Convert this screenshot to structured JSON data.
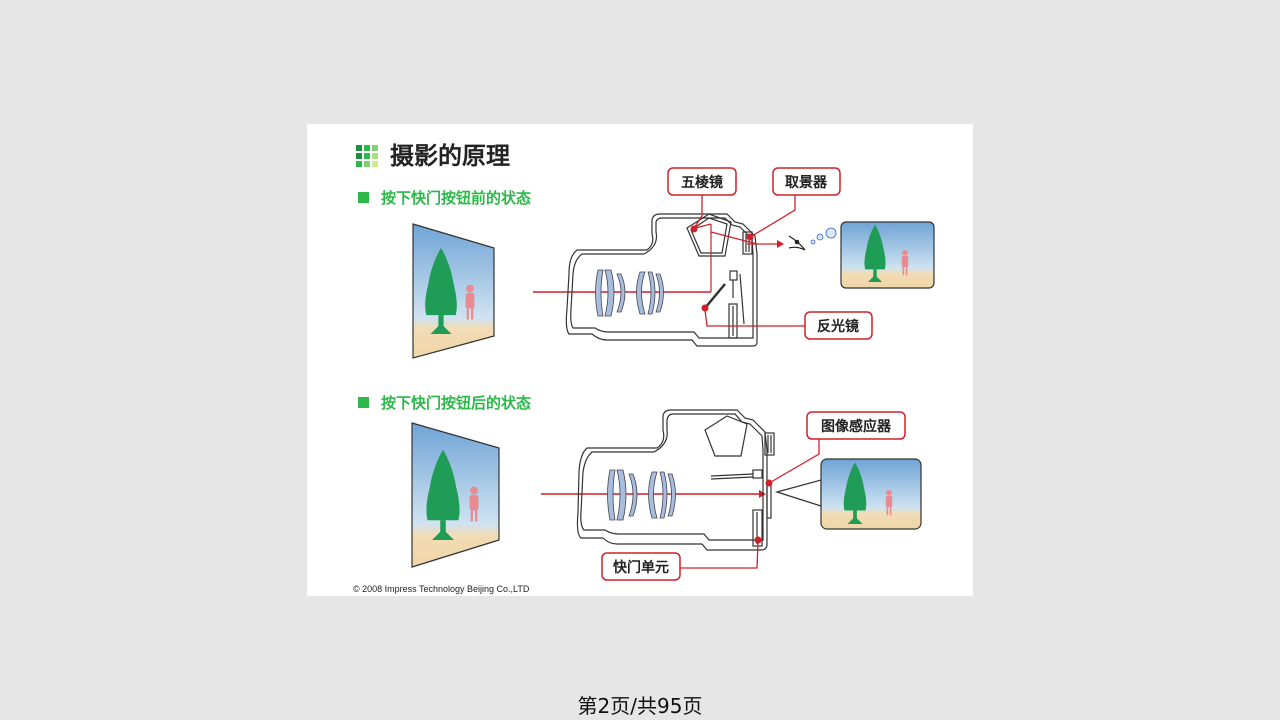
{
  "slide": {
    "title": "摄影的原理",
    "sections": [
      {
        "title": "按下快门按钮前的状态"
      },
      {
        "title": "按下快门按钮后的状态"
      }
    ],
    "labels": {
      "pentaprism": "五棱镜",
      "viewfinder": "取景器",
      "mirror": "反光镜",
      "image_sensor": "图像感应器",
      "shutter_unit": "快门单元"
    },
    "copyright": "© 2008 Impress Technology Beijing Co.,LTD"
  },
  "footer": {
    "page_indicator": "第2页/共95页"
  },
  "colors": {
    "accent_red": "#d0202a",
    "section_green": "#2db84a",
    "tree_green": "#1f9c55",
    "lens_blue": "#a8bddc"
  }
}
